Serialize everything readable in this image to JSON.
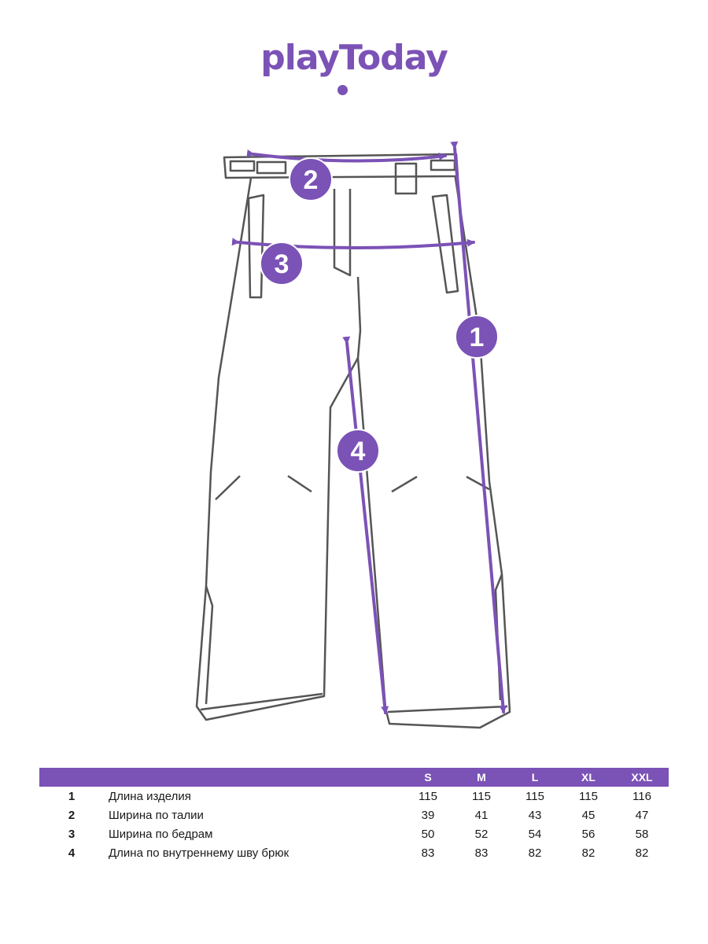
{
  "brand": {
    "logo_text": "playToday",
    "color": "#7B52B6"
  },
  "diagram": {
    "markers": [
      {
        "id": "1",
        "label": "1"
      },
      {
        "id": "2",
        "label": "2"
      },
      {
        "id": "3",
        "label": "3"
      },
      {
        "id": "4",
        "label": "4"
      }
    ]
  },
  "table": {
    "headers": [
      "",
      "",
      "S",
      "M",
      "L",
      "XL",
      "XXL"
    ],
    "rows": [
      {
        "num": "1",
        "label": "Длина изделия",
        "values": [
          "115",
          "115",
          "115",
          "115",
          "116"
        ]
      },
      {
        "num": "2",
        "label": "Ширина по талии",
        "values": [
          "39",
          "41",
          "43",
          "45",
          "47"
        ]
      },
      {
        "num": "3",
        "label": "Ширина по бедрам",
        "values": [
          "50",
          "52",
          "54",
          "56",
          "58"
        ]
      },
      {
        "num": "4",
        "label": "Длина по внутреннему шву брюк",
        "values": [
          "83",
          "83",
          "82",
          "82",
          "82"
        ]
      }
    ]
  }
}
